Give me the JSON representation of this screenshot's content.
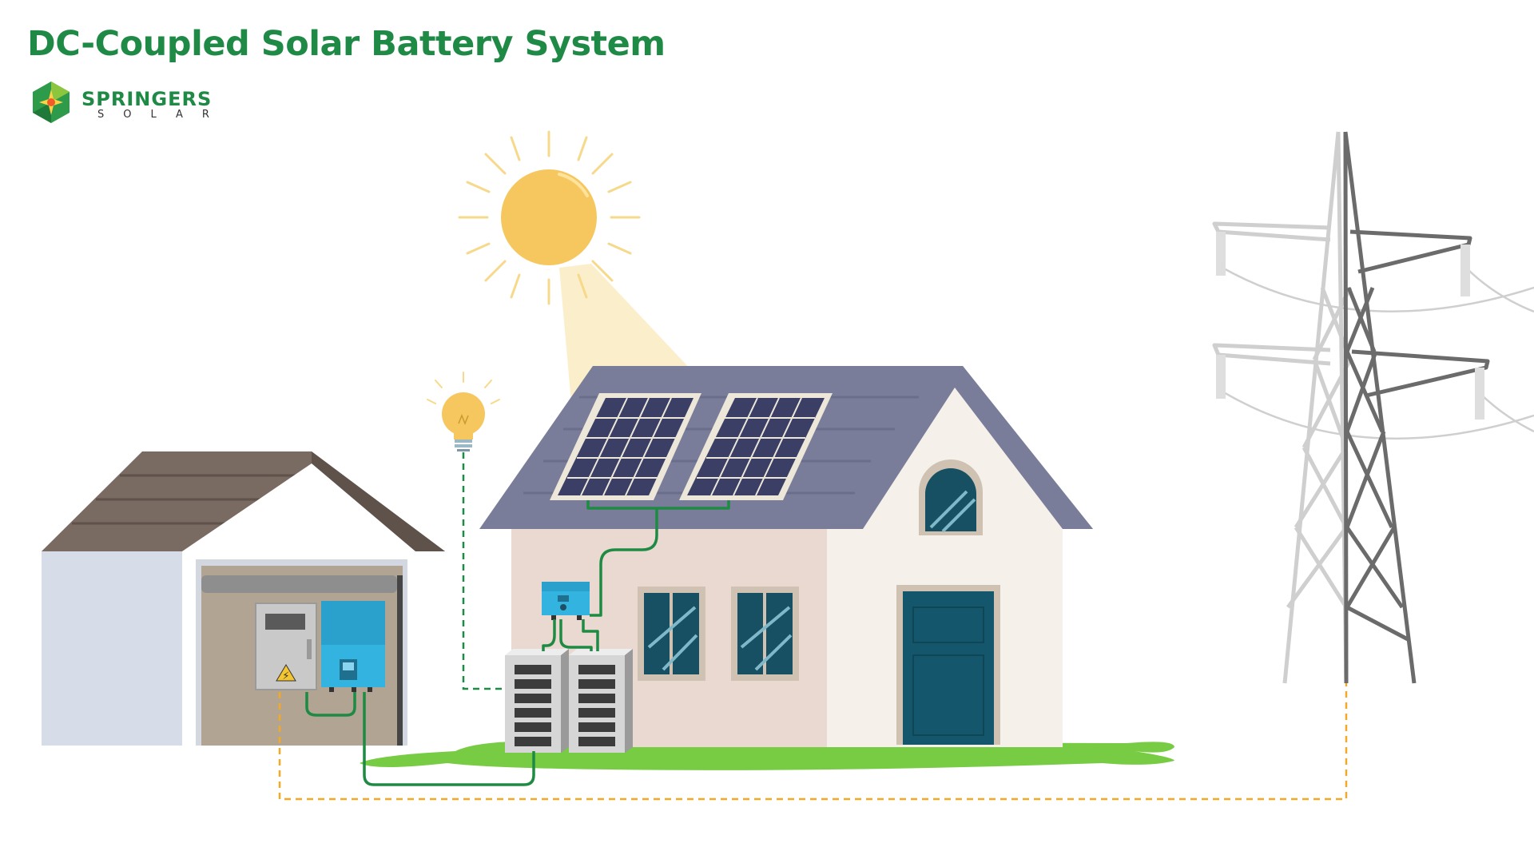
{
  "title": "DC-Coupled Solar Battery System",
  "logo": {
    "name": "SPRINGERS",
    "sub": "SOLAR"
  },
  "icons": {
    "logo": "hexagon-sun-logo-icon",
    "sun": "sun-icon",
    "bulb": "light-bulb-icon",
    "panels": "solar-panel-icon",
    "inverter": "inverter-icon",
    "battery": "battery-icon",
    "meter": "electric-meter-icon",
    "pylon": "transmission-tower-icon"
  },
  "colors": {
    "brand_green": "#1f8a46",
    "dc_wire": "#1e8a43",
    "ac_wire": "#f2a928",
    "inverter": "#33b3e0",
    "roof": "#7a7d99",
    "door": "#14566b",
    "grass": "#77cc44",
    "sun": "#f6c75e"
  }
}
